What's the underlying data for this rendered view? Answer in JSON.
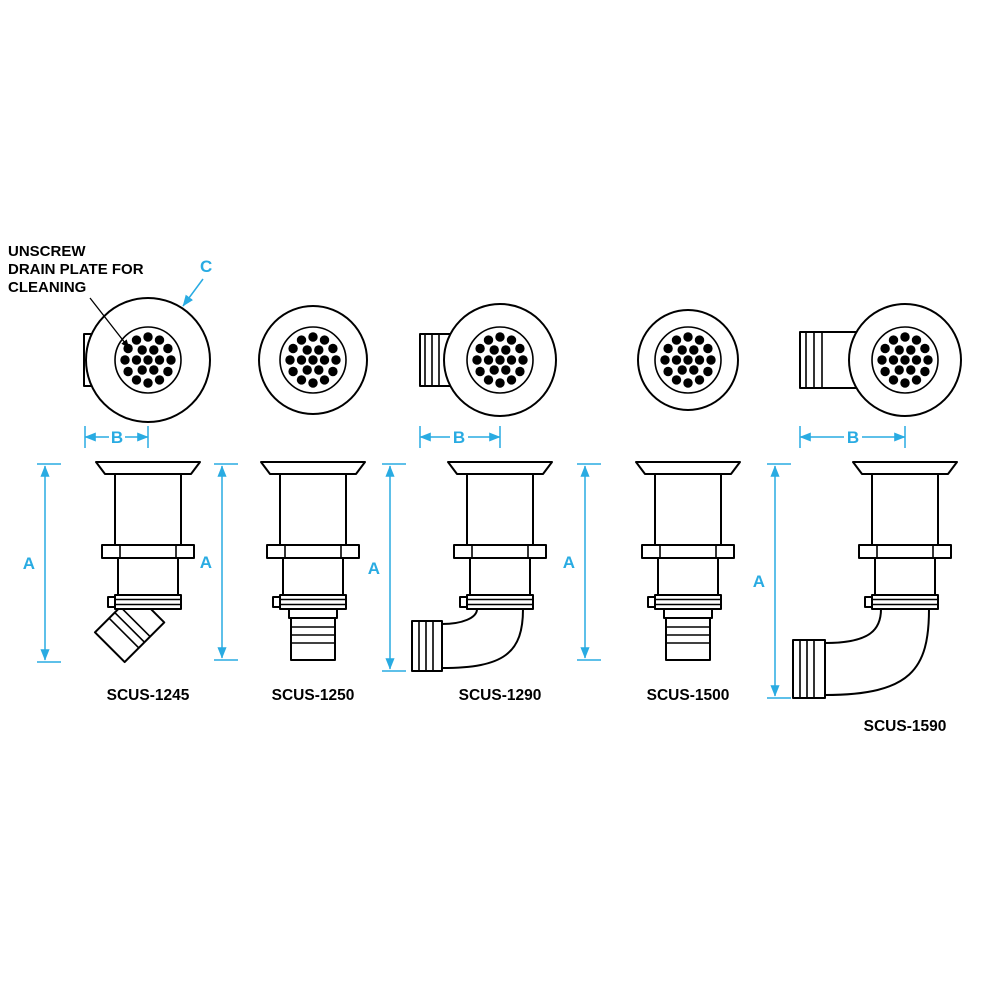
{
  "annotations": {
    "note": [
      "UNSCREW",
      "DRAIN PLATE FOR",
      "CLEANING"
    ]
  },
  "dimensions": {
    "a": "A",
    "b": "B",
    "c": "C"
  },
  "products": [
    "SCUS-1245",
    "SCUS-1250",
    "SCUS-1290",
    "SCUS-1500",
    "SCUS-1590"
  ],
  "colors": {
    "dimension": "#29abe2",
    "line": "#000000",
    "background": "#ffffff"
  }
}
